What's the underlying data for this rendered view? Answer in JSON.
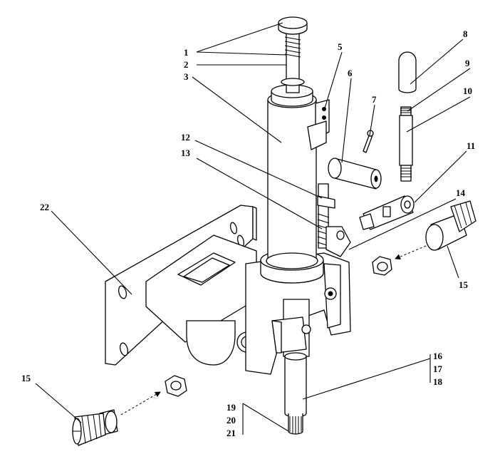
{
  "labels": {
    "l1": "1",
    "l2": "2",
    "l3": "3",
    "l5": "5",
    "l6": "6",
    "l7": "7",
    "l8": "8",
    "l9": "9",
    "l10": "10",
    "l11": "11",
    "l12": "12",
    "l13": "13",
    "l14": "14",
    "l15a": "15",
    "l15b": "15",
    "l16": "16",
    "l17": "17",
    "l18": "18",
    "l19": "19",
    "l20": "20",
    "l21": "21",
    "l22": "22"
  },
  "icons": {
    "arrow_marker": "arrow-icon"
  }
}
